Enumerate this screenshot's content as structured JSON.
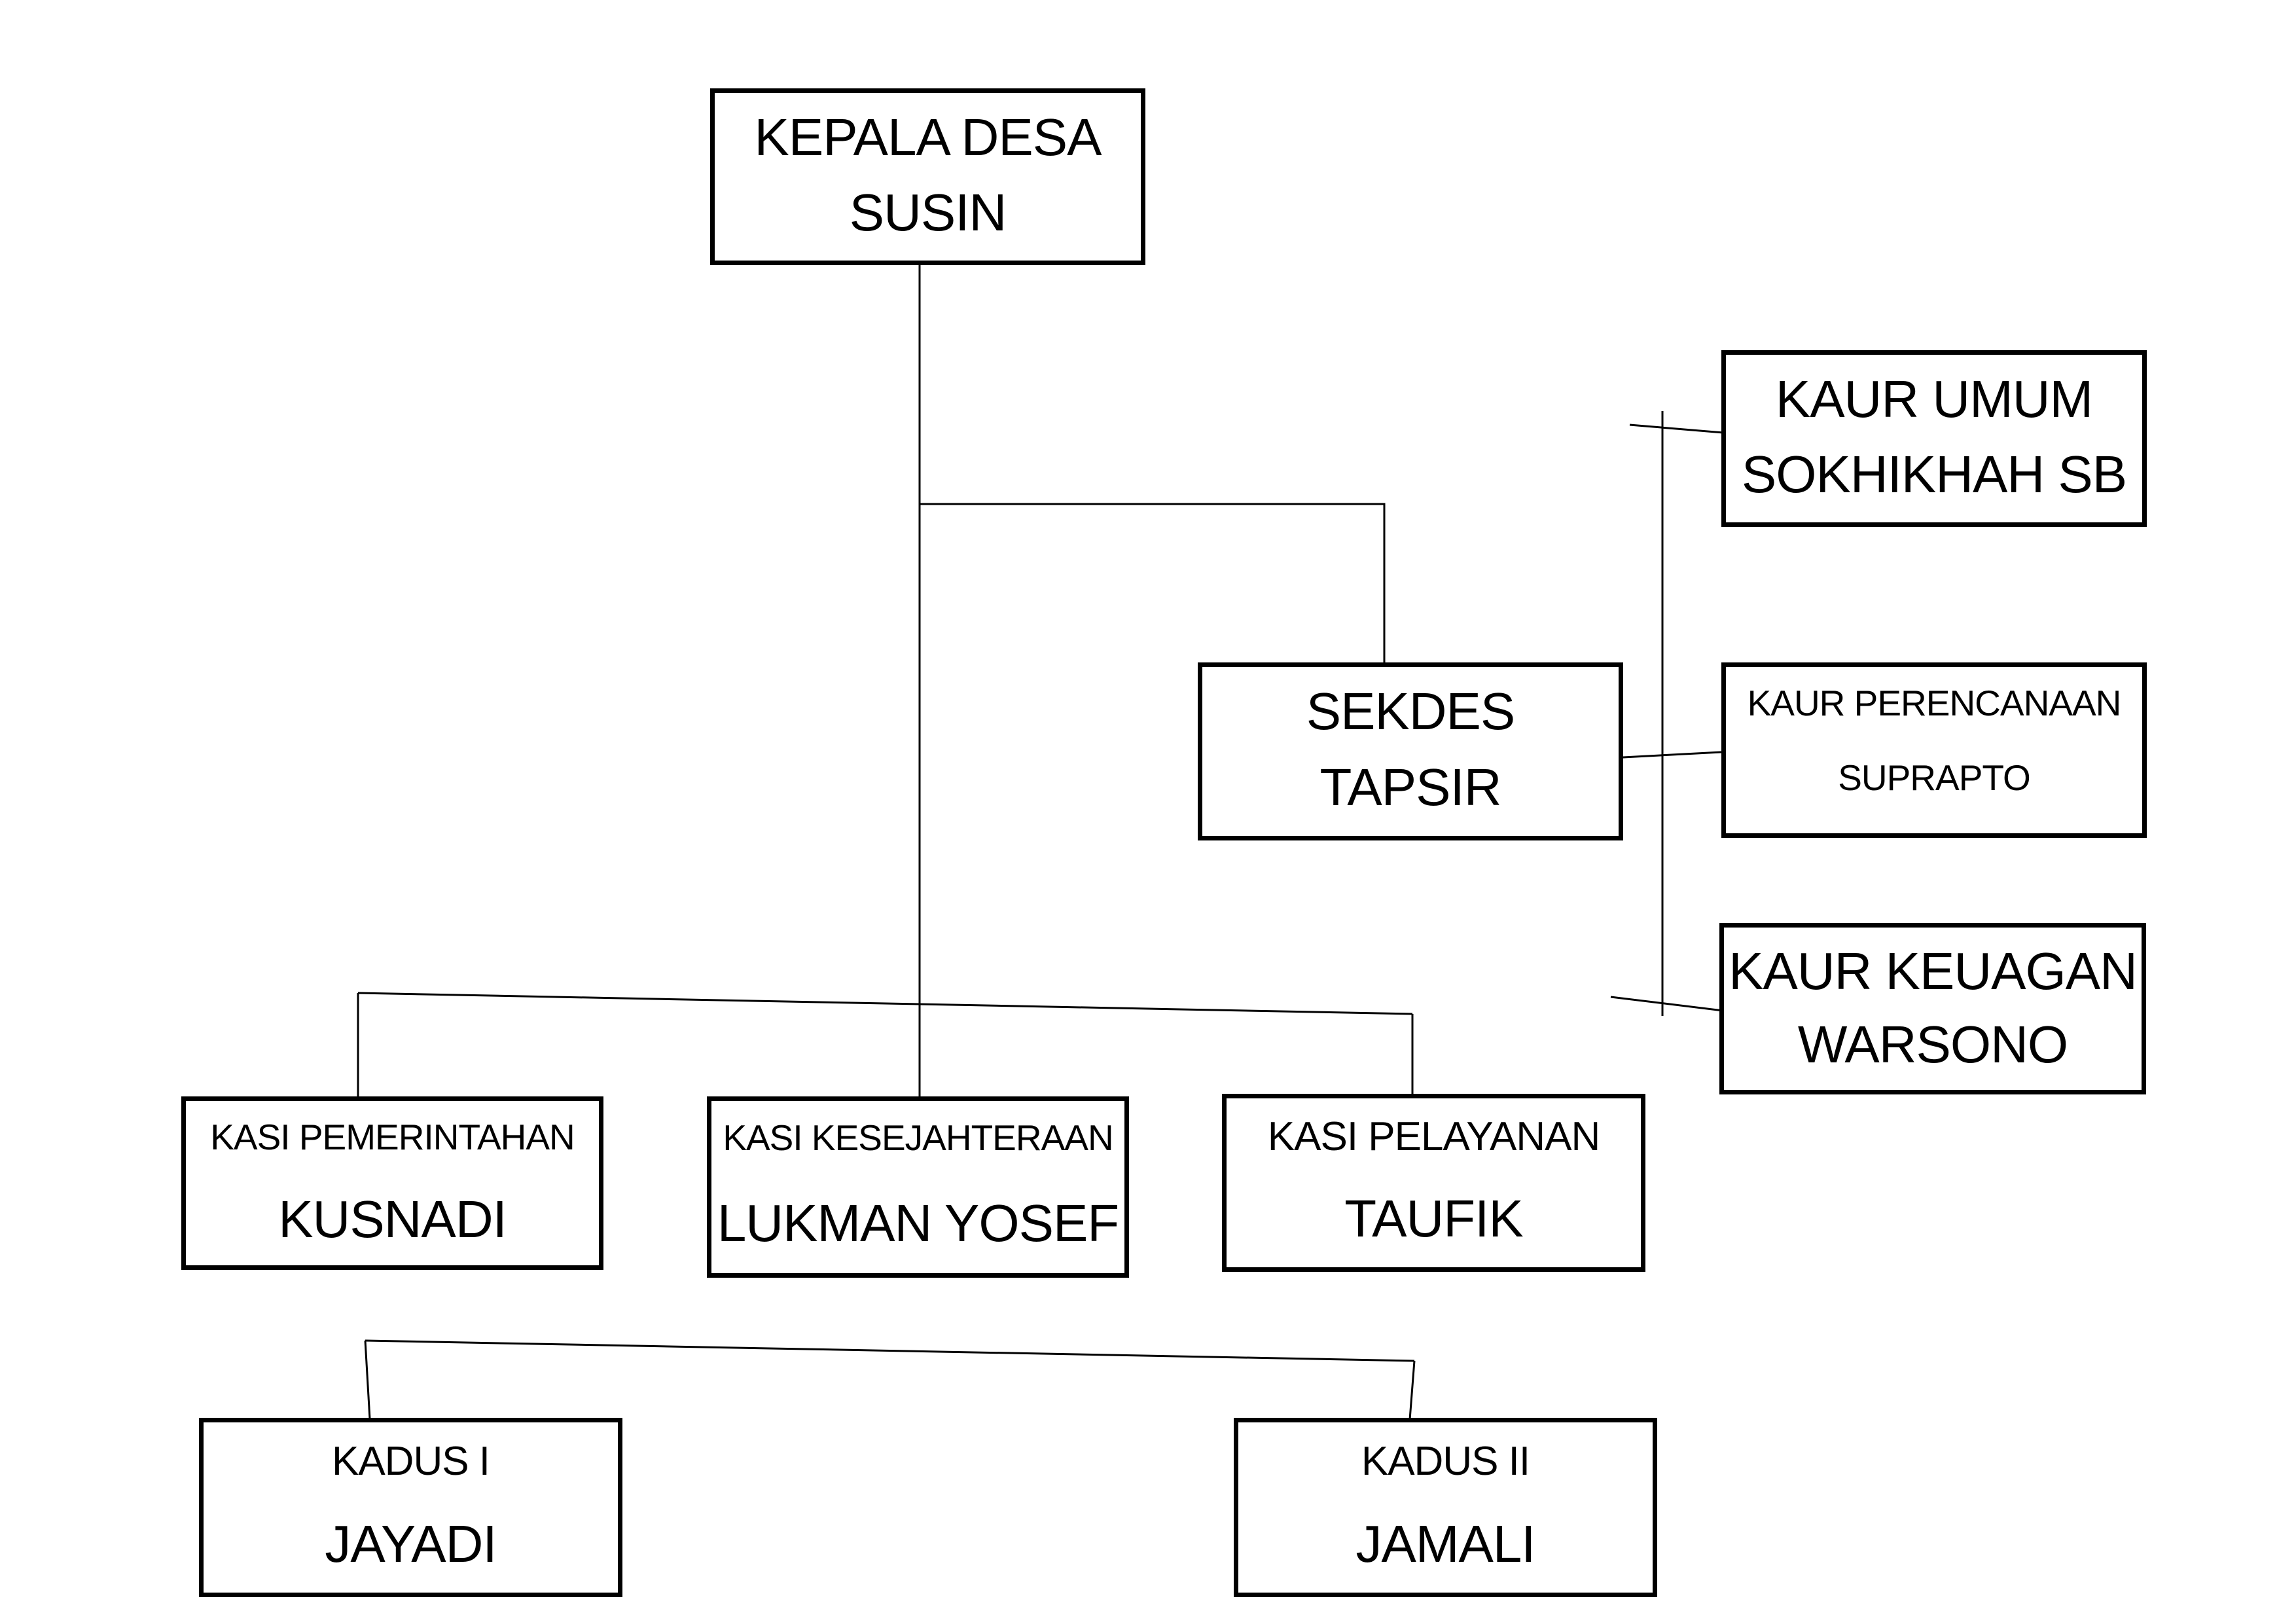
{
  "page": {
    "background_color": "#ffffff",
    "line_color": "#000000",
    "text_color": "#000000"
  },
  "nodes": [
    {
      "id": "kepala-desa",
      "title": "KEPALA DESA",
      "name": "SUSIN"
    },
    {
      "id": "kaur-umum",
      "title": "KAUR UMUM",
      "name": "SOKHIKHAH SB"
    },
    {
      "id": "sekdes",
      "title": "SEKDES",
      "name": "TAPSIR"
    },
    {
      "id": "kaur-perencanaan",
      "title": "KAUR PERENCANAAN",
      "name": "SUPRAPTO"
    },
    {
      "id": "kaur-keuagan",
      "title": "KAUR KEUAGAN",
      "name": "WARSONO"
    },
    {
      "id": "kasi-pemerintahan",
      "title": "KASI PEMERINTAHAN",
      "name": "KUSNADI"
    },
    {
      "id": "kasi-kesejahteraan",
      "title": "KASI KESEJAHTERAAN",
      "name": "LUKMAN YOSEF"
    },
    {
      "id": "kasi-pelayanan",
      "title": "KASI PELAYANAN",
      "name": "TAUFIK"
    },
    {
      "id": "kadus-i",
      "title": "KADUS I",
      "name": "JAYADI"
    },
    {
      "id": "kadus-ii",
      "title": "KADUS II",
      "name": "JAMALI"
    }
  ],
  "edges": [
    {
      "from": "kepala-desa",
      "to": "sekdes"
    },
    {
      "from": "sekdes",
      "to": "kaur-umum"
    },
    {
      "from": "sekdes",
      "to": "kaur-perencanaan"
    },
    {
      "from": "sekdes",
      "to": "kaur-keuagan"
    },
    {
      "from": "kepala-desa",
      "to": "kasi-pemerintahan"
    },
    {
      "from": "kepala-desa",
      "to": "kasi-kesejahteraan"
    },
    {
      "from": "kepala-desa",
      "to": "kasi-pelayanan"
    },
    {
      "from": "kepala-desa",
      "to": "kadus-i"
    },
    {
      "from": "kepala-desa",
      "to": "kadus-ii"
    }
  ]
}
